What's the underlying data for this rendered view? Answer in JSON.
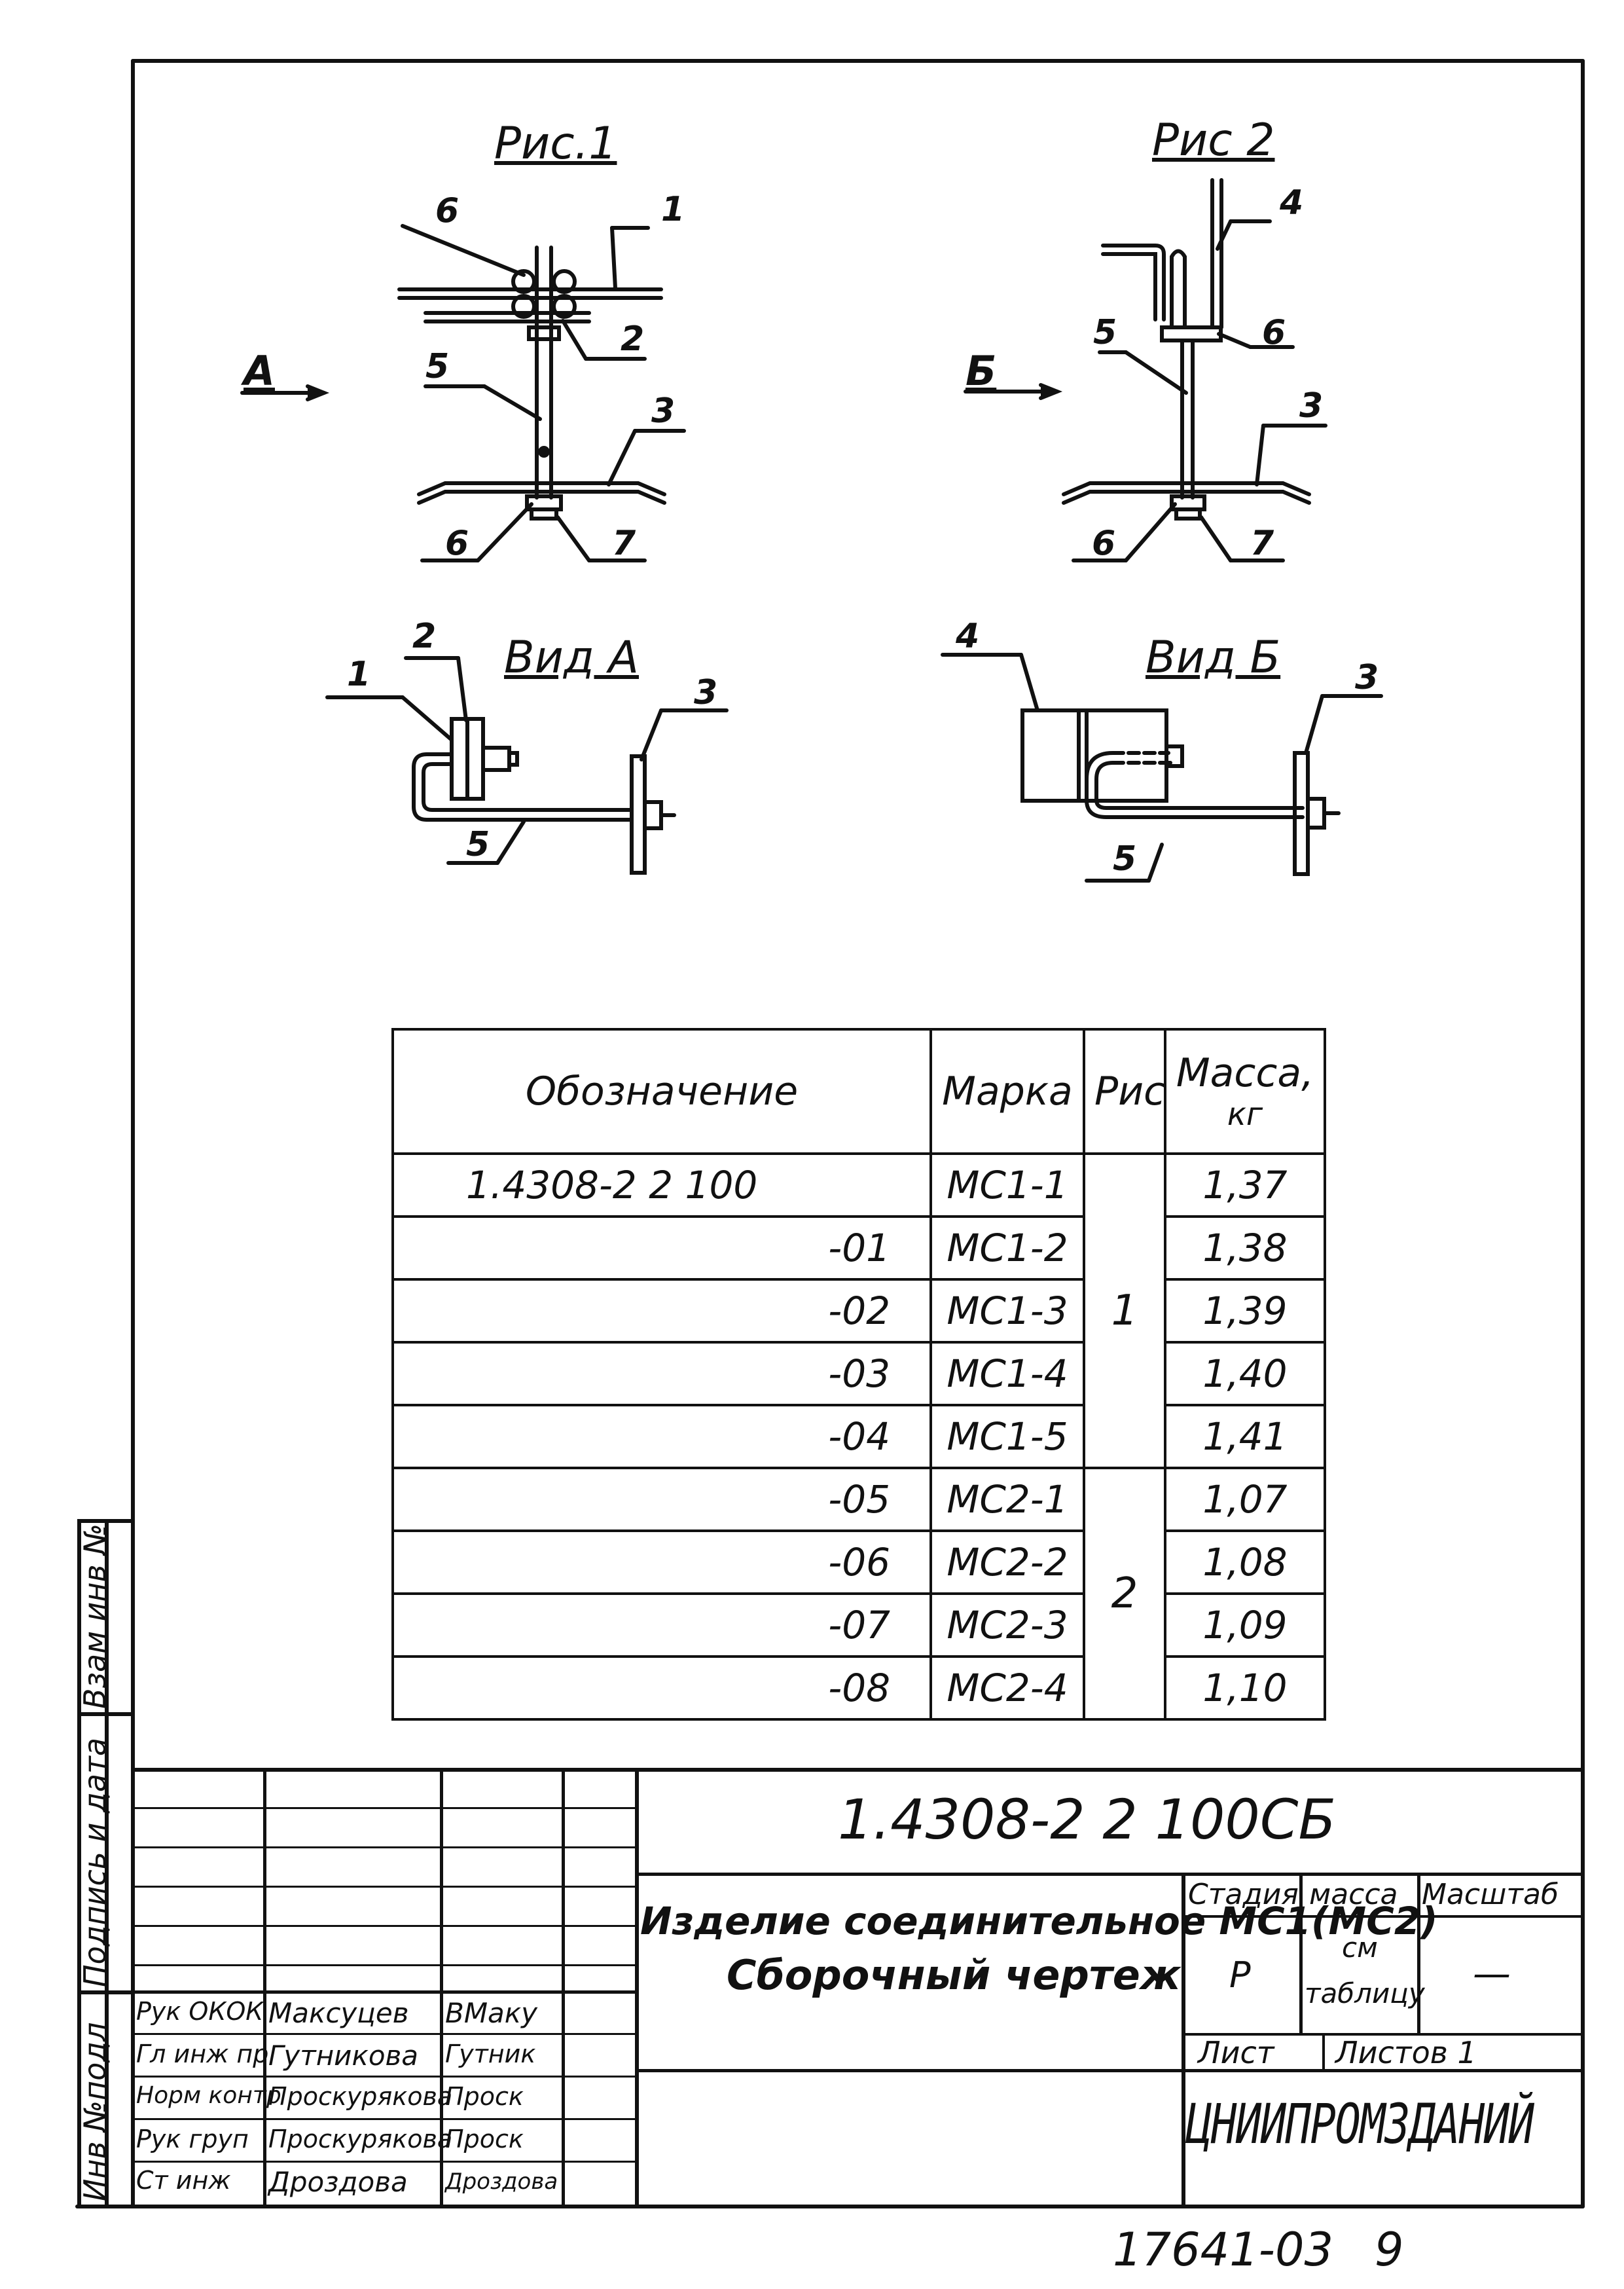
{
  "figures": {
    "fig1_title": "Рис.1",
    "fig2_title": "Рис 2",
    "view_a_title": "Вид А",
    "view_b_title": "Вид Б",
    "arrow_a": "А",
    "arrow_b": "Б",
    "fig1_callouts": [
      "6",
      "1",
      "2",
      "5",
      "3",
      "6",
      "7"
    ],
    "fig2_callouts": [
      "4",
      "6",
      "5",
      "3",
      "6",
      "7"
    ],
    "view_a_callouts": [
      "2",
      "1",
      "3",
      "5"
    ],
    "view_b_callouts": [
      "4",
      "3",
      "5"
    ]
  },
  "spec_table": {
    "headers": {
      "designation": "Обозначение",
      "mark": "Марка",
      "fig": "Рис",
      "mass": "Масса,",
      "mass_unit": "кг"
    },
    "rows": [
      {
        "designation": "1.4308-2 2    100",
        "mark": "МС1-1",
        "mass": "1,37"
      },
      {
        "designation": "-01",
        "mark": "МС1-2",
        "mass": "1,38"
      },
      {
        "designation": "-02",
        "mark": "МС1-3",
        "mass": "1,39"
      },
      {
        "designation": "-03",
        "mark": "МС1-4",
        "mass": "1,40"
      },
      {
        "designation": "-04",
        "mark": "МС1-5",
        "mass": "1,41"
      },
      {
        "designation": "-05",
        "mark": "МС2-1",
        "mass": "1,07"
      },
      {
        "designation": "-06",
        "mark": "МС2-2",
        "mass": "1,08"
      },
      {
        "designation": "-07",
        "mark": "МС2-3",
        "mass": "1,09"
      },
      {
        "designation": "-08",
        "mark": "МС2-4",
        "mass": "1,10"
      }
    ],
    "fig_groups": [
      "1",
      "2"
    ]
  },
  "title_block": {
    "doc_code": "1.4308-2 2  100СБ",
    "product_name": "Изделие соединительное МС1(МС2)",
    "drawing_type": "Сборочный чертеж",
    "stage_label": "Стадия",
    "mass_label": "масса",
    "scale_label": "Масштаб",
    "stage_value": "Р",
    "mass_value_1": "см",
    "mass_value_2": "таблицу",
    "scale_value": "—",
    "sheet_label": "Лист",
    "sheets_label": "Листов 1",
    "organization": "ЦНИИПРОМЗДАНИЙ",
    "signers": [
      {
        "role": "Рук ОКОК",
        "name": "Максуцев",
        "sign": "ВМаку"
      },
      {
        "role": "Гл инж пр",
        "name": "Гутникова",
        "sign": "Гутник"
      },
      {
        "role": "Норм контр",
        "name": "Проскурякова",
        "sign": "Проск"
      },
      {
        "role": "Рук груп",
        "name": "Проскурякова",
        "sign": "Проск"
      },
      {
        "role": "Ст инж",
        "name": "Дроздова",
        "sign": "Дроздова"
      }
    ]
  },
  "side_stamps": {
    "inv_orig": "Инв №подл",
    "sign_date": "Подпись и дата",
    "inv_repl": "Взам инв №"
  },
  "footer": {
    "archive_number": "17641-03",
    "page_number": "9"
  }
}
